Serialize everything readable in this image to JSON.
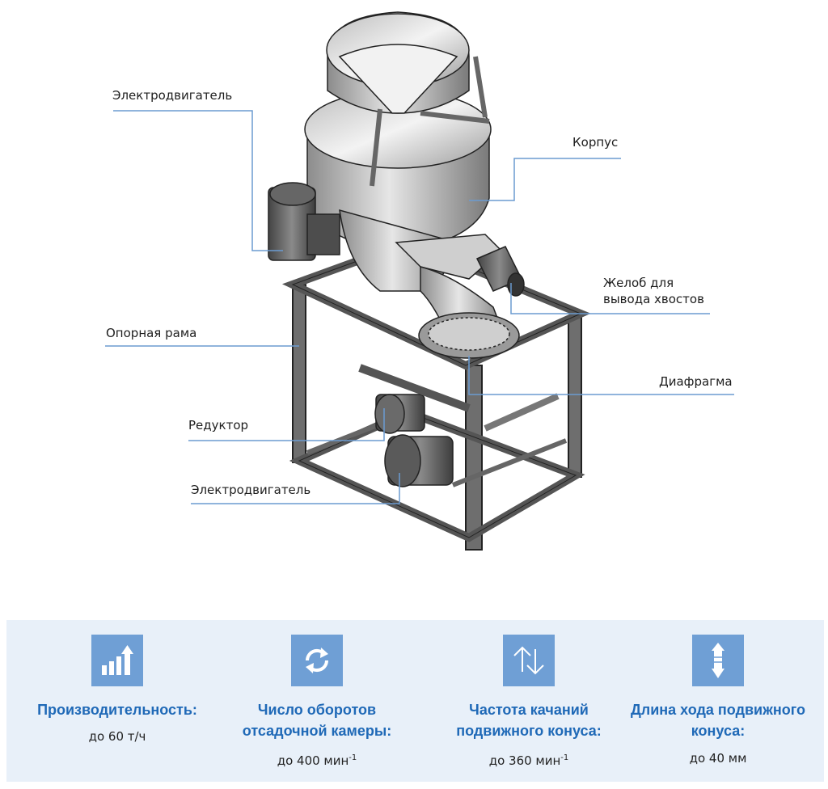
{
  "labels": {
    "motor_top": "Электродвигатель",
    "housing": "Корпус",
    "tailings_chute": "Желоб для вывода хвостов",
    "support_frame": "Опорная рама",
    "diaphragm": "Диафрагма",
    "reducer": "Редуктор",
    "motor_bottom": "Электродвигатель"
  },
  "colors": {
    "accent": "#1f69b7",
    "icon_bg": "#6f9fd5",
    "panel_bg": "#e8f0f9",
    "leader": "#6b9bd1"
  },
  "specs": [
    {
      "icon": "bar-chart-growth-icon",
      "title": "Производительность:",
      "value": "до 60 т/ч",
      "unit_sup": ""
    },
    {
      "icon": "rotation-arrows-icon",
      "title": "Число оборотов отсадочной камеры:",
      "value": "до 400 мин",
      "unit_sup": "-1"
    },
    {
      "icon": "up-down-arrows-icon",
      "title": "Частота качаний подвижного конуса:",
      "value": "до 360 мин",
      "unit_sup": "-1"
    },
    {
      "icon": "vertical-stroke-icon",
      "title": "Длина хода подвижного конуса:",
      "value": "до 40 мм",
      "unit_sup": ""
    }
  ]
}
